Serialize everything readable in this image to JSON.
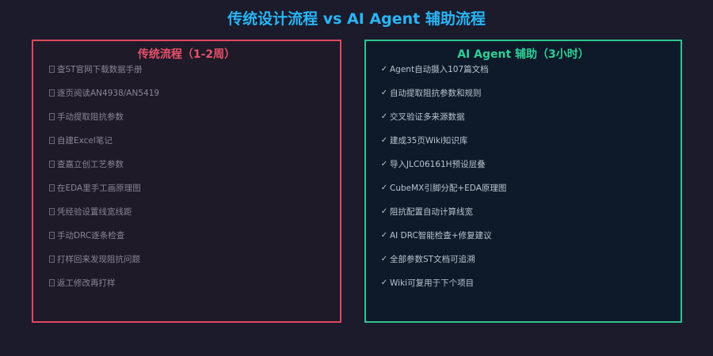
{
  "title": "传统设计流程 vs AI Agent 辅助流程",
  "left_panel": {
    "title": "传统流程（1-2周）",
    "items": [
      {
        "icon": "cross-box-icon",
        "text": "查ST官网下载数据手册"
      },
      {
        "icon": "cross-box-icon",
        "text": "逐页阅读AN4938/AN5419"
      },
      {
        "icon": "cross-box-icon",
        "text": "手动提取阻抗参数"
      },
      {
        "icon": "cross-box-icon",
        "text": "自建Excel笔记"
      },
      {
        "icon": "cross-box-icon",
        "text": "查嘉立创工艺参数"
      },
      {
        "icon": "cross-box-icon",
        "text": "在EDA里手工画原理图"
      },
      {
        "icon": "cross-box-icon",
        "text": "凭经验设置线宽线距"
      },
      {
        "icon": "cross-box-icon",
        "text": "手动DRC逐条检查"
      },
      {
        "icon": "cross-box-icon",
        "text": "打样回来发现阻抗问题"
      },
      {
        "icon": "cross-box-icon",
        "text": "返工修改再打样"
      }
    ]
  },
  "right_panel": {
    "title": "AI Agent 辅助（3小时）",
    "check_glyph": "✓",
    "items": [
      {
        "icon": "check-icon",
        "text": "Agent自动摄入107篇文档"
      },
      {
        "icon": "check-icon",
        "text": "自动提取阻抗参数和规则"
      },
      {
        "icon": "check-icon",
        "text": "交叉验证多来源数据"
      },
      {
        "icon": "check-icon",
        "text": "建成35页Wiki知识库"
      },
      {
        "icon": "check-icon",
        "text": "导入JLC06161H预设层叠"
      },
      {
        "icon": "check-icon",
        "text": "CubeMX引脚分配+EDA原理图"
      },
      {
        "icon": "check-icon",
        "text": "阻抗配置自动计算线宽"
      },
      {
        "icon": "check-icon",
        "text": "AI DRC智能检查+修复建议"
      },
      {
        "icon": "check-icon",
        "text": "全部参数ST文档可追溯"
      },
      {
        "icon": "check-icon",
        "text": "Wiki可复用于下个项目"
      }
    ]
  },
  "colors": {
    "title": "#29b6f6",
    "traditional_accent": "#e2485f",
    "agent_accent": "#2fc490",
    "background": "#1b1b2c"
  }
}
